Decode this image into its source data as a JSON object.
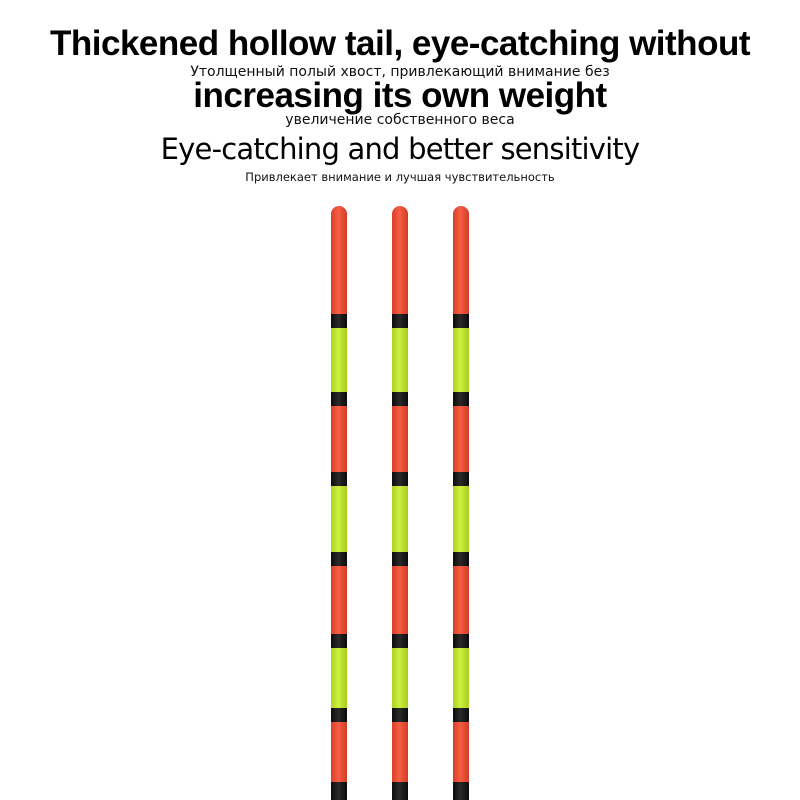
{
  "headline": {
    "line1_en": "Thickened hollow tail, eye-catching without",
    "line1_ru": "Утолщенный полый хвост, привлекающий внимание без",
    "line2_en": "increasing its own weight",
    "line2_ru": "увеличение собственного веса",
    "line3_en": "Eye-catching and better sensitivity",
    "line3_ru": "Привлекает внимание и лучшая чувствительность"
  },
  "float_tails": {
    "count": 3,
    "colors": {
      "red": "#f5472b",
      "green": "#c6ef25",
      "black": "#0d0d0d"
    },
    "segment_pattern": [
      "red",
      "black",
      "green",
      "black",
      "red",
      "black",
      "green",
      "black",
      "red",
      "black",
      "green",
      "black",
      "red",
      "black"
    ]
  }
}
